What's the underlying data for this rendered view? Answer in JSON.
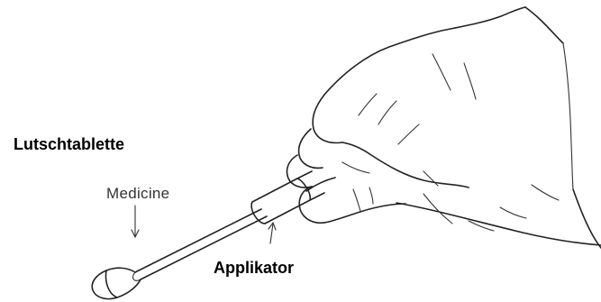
{
  "labels": {
    "tablet": "Lutschtablette",
    "medicine": "Medicine",
    "applicator": "Applikator"
  },
  "colors": {
    "line": "#222222",
    "background": "#ffffff"
  }
}
